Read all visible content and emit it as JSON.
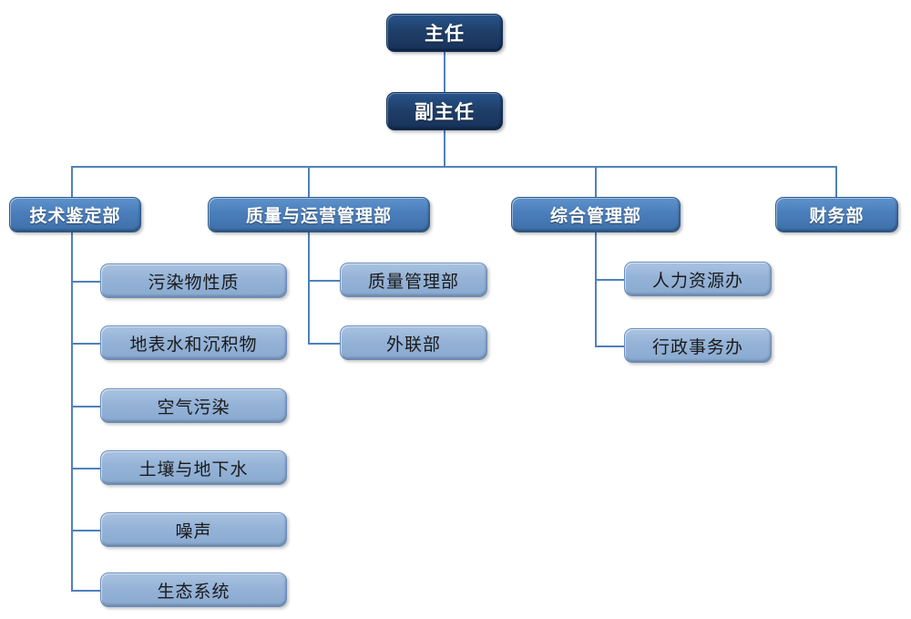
{
  "chart": {
    "type": "org-chart",
    "title": "",
    "palette": {
      "tier1_fill": "#1F3F69",
      "tier2_fill": "#4A7EBB",
      "tier3_fill": "#95B3D7",
      "connector": "#4F81BD",
      "tier1_text": "#FFFFFF",
      "tier2_text": "#FFFFFF",
      "tier3_text": "#1A1A1A",
      "background": "#FFFFFF"
    },
    "nodes": {
      "director": {
        "label": "主任",
        "tier": 1
      },
      "deputy_director": {
        "label": "副主任",
        "tier": 1
      },
      "departments": [
        {
          "label": "技术鉴定部",
          "tier": 2
        },
        {
          "label": "质量与运营管理部",
          "tier": 2
        },
        {
          "label": "综合管理部",
          "tier": 2
        },
        {
          "label": "财务部",
          "tier": 2
        }
      ],
      "technical_units": [
        {
          "label": "污染物性质",
          "tier": 3
        },
        {
          "label": "地表水和沉积物",
          "tier": 3
        },
        {
          "label": "空气污染",
          "tier": 3
        },
        {
          "label": "土壤与地下水",
          "tier": 3
        },
        {
          "label": "噪声",
          "tier": 3
        },
        {
          "label": "生态系统",
          "tier": 3
        }
      ],
      "quality_units": [
        {
          "label": "质量管理部",
          "tier": 3
        },
        {
          "label": "外联部",
          "tier": 3
        }
      ],
      "admin_units": [
        {
          "label": "人力资源办",
          "tier": 3
        },
        {
          "label": "行政事务办",
          "tier": 3
        }
      ]
    }
  }
}
